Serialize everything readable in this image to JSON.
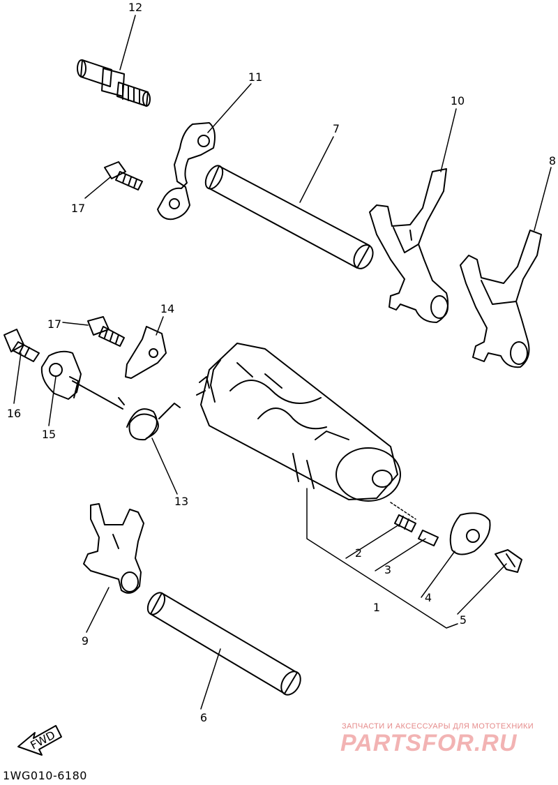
{
  "callouts": [
    {
      "id": "12",
      "text": "12"
    },
    {
      "id": "11",
      "text": "11"
    },
    {
      "id": "7",
      "text": "7"
    },
    {
      "id": "10",
      "text": "10"
    },
    {
      "id": "8",
      "text": "8"
    },
    {
      "id": "17a",
      "text": "17"
    },
    {
      "id": "17b",
      "text": "17"
    },
    {
      "id": "14",
      "text": "14"
    },
    {
      "id": "16",
      "text": "16"
    },
    {
      "id": "15",
      "text": "15"
    },
    {
      "id": "13",
      "text": "13"
    },
    {
      "id": "2",
      "text": "2"
    },
    {
      "id": "3",
      "text": "3"
    },
    {
      "id": "1",
      "text": "1"
    },
    {
      "id": "4",
      "text": "4"
    },
    {
      "id": "5",
      "text": "5"
    },
    {
      "id": "9",
      "text": "9"
    },
    {
      "id": "6",
      "text": "6"
    }
  ],
  "direction_arrow": "FWD",
  "diagram_code": "1WG010-6180",
  "watermark": {
    "tagline": "ЗАПЧАСТИ И АКСЕССУАРЫ ДЛЯ МОТОТЕХНИКИ",
    "logo": "PARTSFOR.RU"
  }
}
